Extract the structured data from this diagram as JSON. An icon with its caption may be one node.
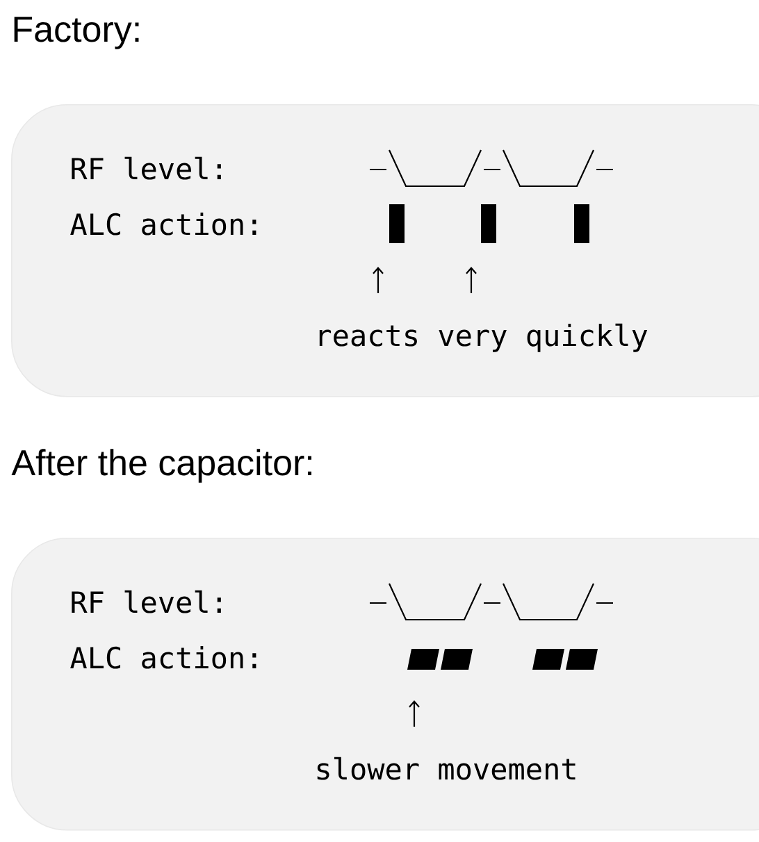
{
  "diagram": {
    "nodes": [
      {
        "text": [
          "Factory:",
          "RF level:",
          "ALC action:",
          "reacts very quickly"
        ]
      },
      {
        "text": [
          "After the capacitor:",
          "RF level:",
          "ALC action:",
          "slower movement"
        ]
      }
    ]
  }
}
